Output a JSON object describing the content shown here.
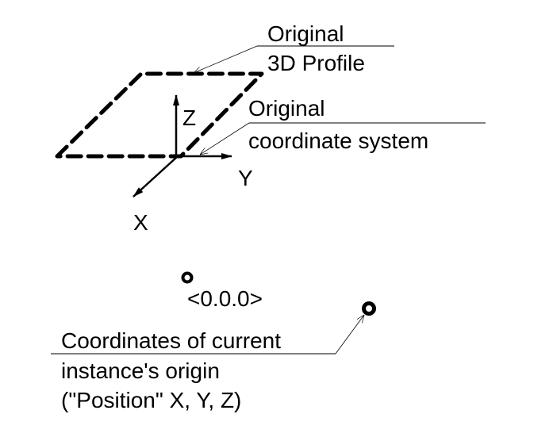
{
  "labels": {
    "profile_line1": "Original",
    "profile_line2": "3D Profile",
    "cs_line1": "Original",
    "cs_line2": "coordinate system",
    "axis_x": "X",
    "axis_y": "Y",
    "axis_z": "Z",
    "origin_coords": "<0.0.0>",
    "instance_line1": "Coordinates of current",
    "instance_line2": "instance's origin",
    "instance_line3": "(\"Position\" X, Y, Z)"
  },
  "colors": {
    "ink": "#000000",
    "background": "#ffffff"
  }
}
